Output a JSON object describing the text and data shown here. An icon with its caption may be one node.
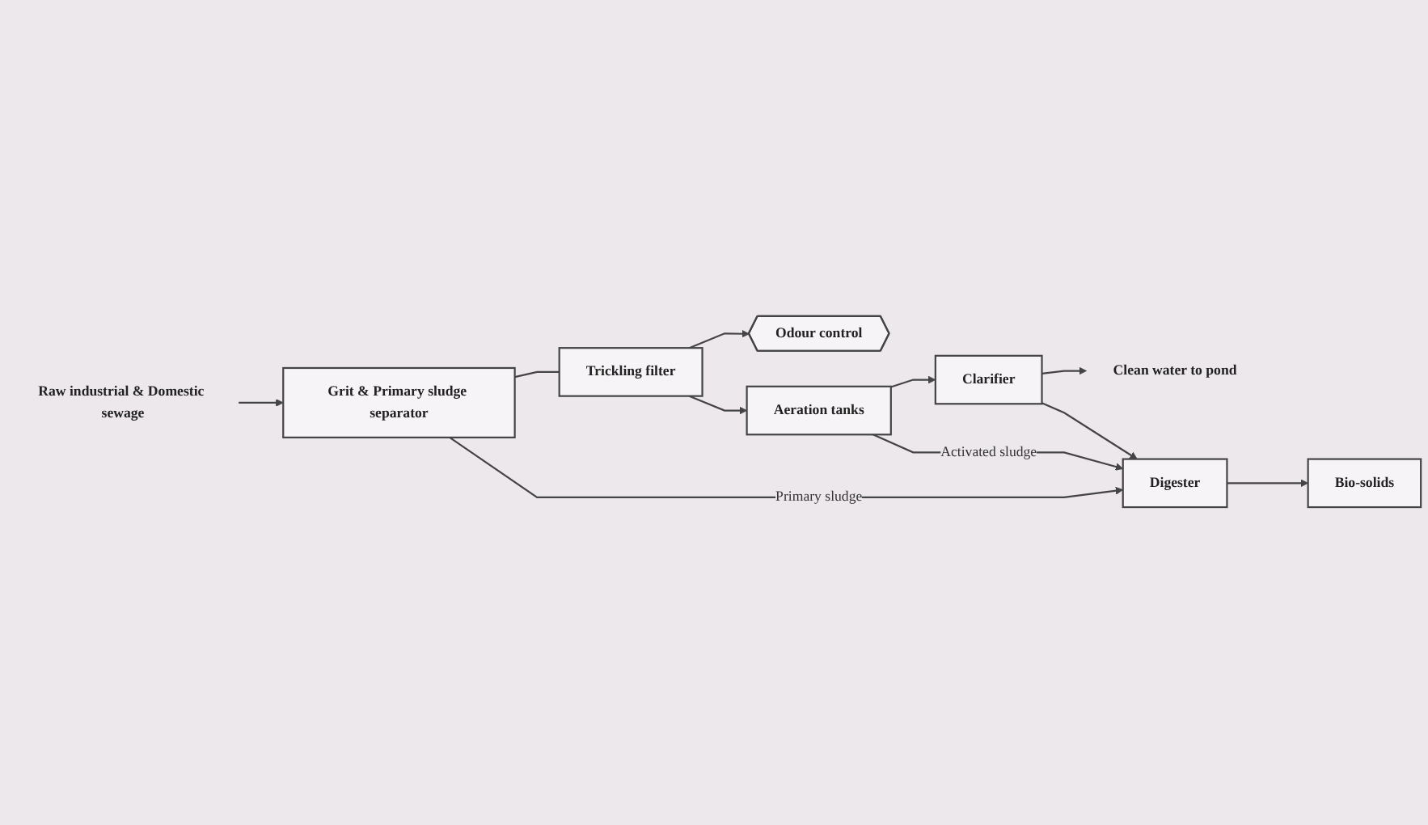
{
  "diagram": {
    "nodes": [
      {
        "text": [
          "Raw industrial & Domestic sewage"
        ]
      },
      {
        "text": [
          "Grit & Primary sludge separator"
        ]
      },
      {
        "text": [
          "Trickling filter"
        ]
      },
      {
        "text": [
          "Odour control"
        ]
      },
      {
        "text": [
          "Aeration tanks"
        ]
      },
      {
        "text": [
          "Clarifier"
        ]
      },
      {
        "text": [
          "Clean water to pond"
        ]
      },
      {
        "text": [
          "Digester"
        ]
      },
      {
        "text": [
          "Bio-solids"
        ]
      }
    ],
    "edges": [
      {
        "from": 0,
        "to": 1,
        "arrow": "to"
      },
      {
        "from": 1,
        "to": 2,
        "arrow": "none"
      },
      {
        "from": 2,
        "to": 3,
        "arrow": "to"
      },
      {
        "from": 2,
        "to": 4,
        "arrow": "to"
      },
      {
        "from": 4,
        "to": 5,
        "arrow": "to"
      },
      {
        "from": 5,
        "to": 6,
        "arrow": "to"
      },
      {
        "from": 4,
        "to": 7,
        "arrow": "to",
        "label": "Activated sludge"
      },
      {
        "from": 5,
        "to": 7,
        "arrow": "to"
      },
      {
        "from": 1,
        "to": 7,
        "arrow": "to",
        "label": "Primary sludge"
      },
      {
        "from": 7,
        "to": 8,
        "arrow": "to"
      }
    ]
  }
}
